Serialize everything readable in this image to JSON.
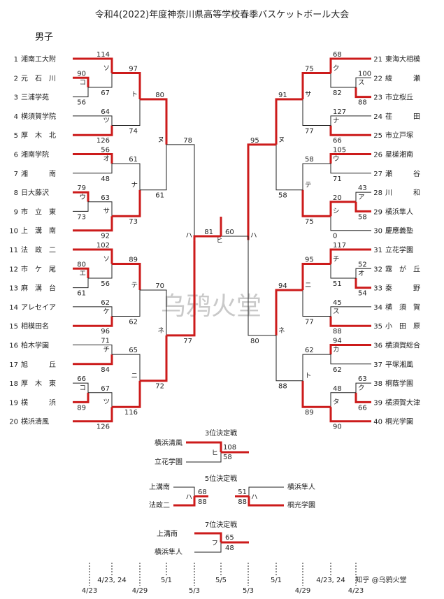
{
  "title": "令和4(2022)年度神奈川県高等学校春季バスケットボール大会",
  "subtitle": "男子",
  "teams_left": [
    {
      "no": "1",
      "name": "湘南工大附"
    },
    {
      "no": "2",
      "name": "元　石　川"
    },
    {
      "no": "3",
      "name": "三浦学苑"
    },
    {
      "no": "4",
      "name": "横須賀学院"
    },
    {
      "no": "5",
      "name": "厚　木　北"
    },
    {
      "no": "6",
      "name": "湘南学院"
    },
    {
      "no": "7",
      "name": "湘　　　南"
    },
    {
      "no": "8",
      "name": "日大藤沢"
    },
    {
      "no": "9",
      "name": "市　立　東"
    },
    {
      "no": "10",
      "name": "上　溝　南"
    },
    {
      "no": "11",
      "name": "法　政　二"
    },
    {
      "no": "12",
      "name": "市　ケ　尾"
    },
    {
      "no": "13",
      "name": "麻　溝　台"
    },
    {
      "no": "14",
      "name": "アレセイア"
    },
    {
      "no": "15",
      "name": "相模田名"
    },
    {
      "no": "16",
      "name": "柏木学園"
    },
    {
      "no": "17",
      "name": "旭　　　丘"
    },
    {
      "no": "18",
      "name": "厚　木　東"
    },
    {
      "no": "19",
      "name": "横　　　浜"
    },
    {
      "no": "20",
      "name": "横浜清風"
    }
  ],
  "teams_right": [
    {
      "no": "21",
      "name": "東海大相模"
    },
    {
      "no": "22",
      "name": "綾　　　瀬"
    },
    {
      "no": "23",
      "name": "市立桜丘"
    },
    {
      "no": "24",
      "name": "荏　　　田"
    },
    {
      "no": "25",
      "name": "市立戸塚"
    },
    {
      "no": "26",
      "name": "星槎湘南"
    },
    {
      "no": "27",
      "name": "瀬　　　谷"
    },
    {
      "no": "28",
      "name": "川　　　和"
    },
    {
      "no": "29",
      "name": "横浜隼人"
    },
    {
      "no": "30",
      "name": "慶應義塾"
    },
    {
      "no": "31",
      "name": "立花学園"
    },
    {
      "no": "32",
      "name": "霧　が　丘"
    },
    {
      "no": "33",
      "name": "秦　　　野"
    },
    {
      "no": "34",
      "name": "横　須　賀"
    },
    {
      "no": "35",
      "name": "小　田　原"
    },
    {
      "no": "36",
      "name": "横須賀総合"
    },
    {
      "no": "37",
      "name": "平塚湘風"
    },
    {
      "no": "38",
      "name": "桐蔭学園"
    },
    {
      "no": "39",
      "name": "横須賀大津"
    },
    {
      "no": "40",
      "name": "桐光学園"
    }
  ],
  "games": [
    {
      "label": "コ",
      "top": "90",
      "bot": "56"
    },
    {
      "label": "ソ",
      "top": "114",
      "bot": "67"
    },
    {
      "label": "ツ",
      "top": "64",
      "bot": "126"
    },
    {
      "label": "ト",
      "top": "97",
      "bot": "74"
    },
    {
      "label": "オ",
      "top": "56",
      "bot": "48"
    },
    {
      "label": "ウ",
      "top": "79",
      "bot": "73"
    },
    {
      "label": "サ",
      "top": "63",
      "bot": "92"
    },
    {
      "label": "ナ",
      "top": "61",
      "bot": "73"
    },
    {
      "label": "ヌ",
      "top": "80",
      "bot": "61"
    },
    {
      "label": "エ",
      "top": "80",
      "bot": "61"
    },
    {
      "label": "ソ",
      "top": "102",
      "bot": "56"
    },
    {
      "label": "ケ",
      "top": "62",
      "bot": "96"
    },
    {
      "label": "テ",
      "top": "89",
      "bot": "62"
    },
    {
      "label": "チ",
      "top": "71",
      "bot": "84"
    },
    {
      "label": "コ",
      "top": "66",
      "bot": "89"
    },
    {
      "label": "ツ",
      "top": "67",
      "bot": "126"
    },
    {
      "label": "ニ",
      "top": "65",
      "bot": "116"
    },
    {
      "label": "ネ",
      "top": "70",
      "bot": "72"
    },
    {
      "label": "ハ",
      "top": "78",
      "bot": "77"
    },
    {
      "label": "ス",
      "top": "100",
      "bot": "88"
    },
    {
      "label": "ク",
      "top": "68",
      "bot": "82"
    },
    {
      "label": "ナ",
      "top": "127",
      "bot": "66"
    },
    {
      "label": "サ",
      "top": "75",
      "bot": "77"
    },
    {
      "label": "ヌ",
      "top": "91",
      "bot": "58"
    },
    {
      "label": "ウ",
      "top": "105",
      "bot": "71"
    },
    {
      "label": "ア",
      "top": "43",
      "bot": "58"
    },
    {
      "label": "シ",
      "top": "20",
      "bot": "0"
    },
    {
      "label": "テ",
      "top": "58",
      "bot": "75"
    },
    {
      "label": "チ",
      "top": "117",
      "bot": "51"
    },
    {
      "label": "オ",
      "top": "52",
      "bot": "54"
    },
    {
      "label": "ニ",
      "top": "95",
      "bot": "77"
    },
    {
      "label": "ス",
      "top": "45",
      "bot": "88"
    },
    {
      "label": "カ",
      "top": "94",
      "bot": "62"
    },
    {
      "label": "ク",
      "top": "63",
      "bot": "66"
    },
    {
      "label": "タ",
      "top": "48",
      "bot": "90"
    },
    {
      "label": "ト",
      "top": "62",
      "bot": "89"
    },
    {
      "label": "ネ",
      "top": "94",
      "bot": "88"
    },
    {
      "label": "ハ",
      "top": "95",
      "bot": "80"
    }
  ],
  "final": {
    "label": "ヒ",
    "left": "81",
    "right": "60"
  },
  "third": {
    "title": "3位決定戦",
    "team1": "横浜清風",
    "team2": "立花学園",
    "label": "ヒ",
    "s1": "108",
    "s2": "58"
  },
  "fifth": {
    "title": "5位決定戦",
    "team1": "上溝南",
    "team2": "法政二",
    "team3": "横浜隼人",
    "team4": "桐光学園",
    "label1": "ハ",
    "s1": "68",
    "s2": "88",
    "label2": "ハ",
    "s3": "51",
    "s4": "88"
  },
  "seventh": {
    "title": "7位決定戦",
    "team1": "上溝南",
    "team2": "横浜隼人",
    "label": "フ",
    "s1": "65",
    "s2": "48"
  },
  "dates": [
    "4/23",
    "4/23, 24",
    "4/29",
    "5/1",
    "5/3",
    "5/5",
    "5/3",
    "5/1",
    "4/29",
    "4/23, 24",
    "4/23"
  ],
  "watermark": "乌鸦火堂",
  "credit": "知乎 @乌鸦火堂",
  "colors": {
    "winner": "#cc1b1b",
    "line": "#222222",
    "text": "#222222"
  }
}
